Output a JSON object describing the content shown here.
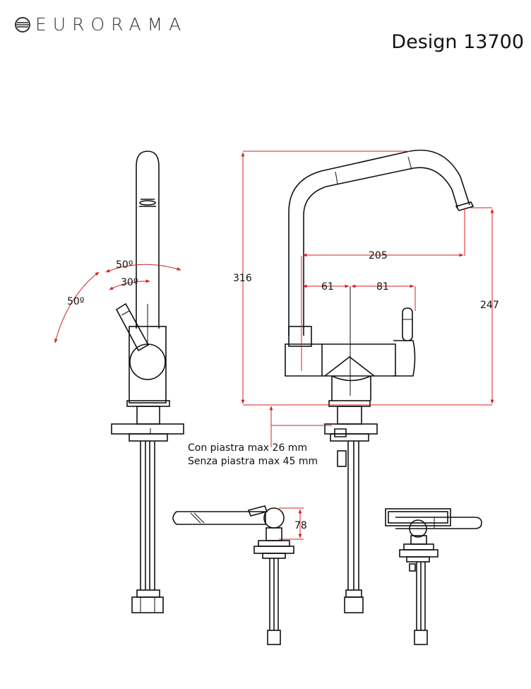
{
  "brand": {
    "name": "EURORAMA",
    "logo_icon": "rings-logo-icon"
  },
  "title": "Design 13700",
  "colors": {
    "dimension": "#d42020",
    "outline": "#111111"
  },
  "angles": {
    "outer_top": "50º",
    "inner": "30º",
    "outer_left": "50º"
  },
  "dimensions": {
    "total_height": "316",
    "reach": "205",
    "spout_offset": "61",
    "handle_offset": "81",
    "spout_height": "247",
    "handle_swing": "78"
  },
  "notes": {
    "with_plate": "Con piastra max 26 mm",
    "without_plate": "Senza piastra max 45 mm"
  }
}
